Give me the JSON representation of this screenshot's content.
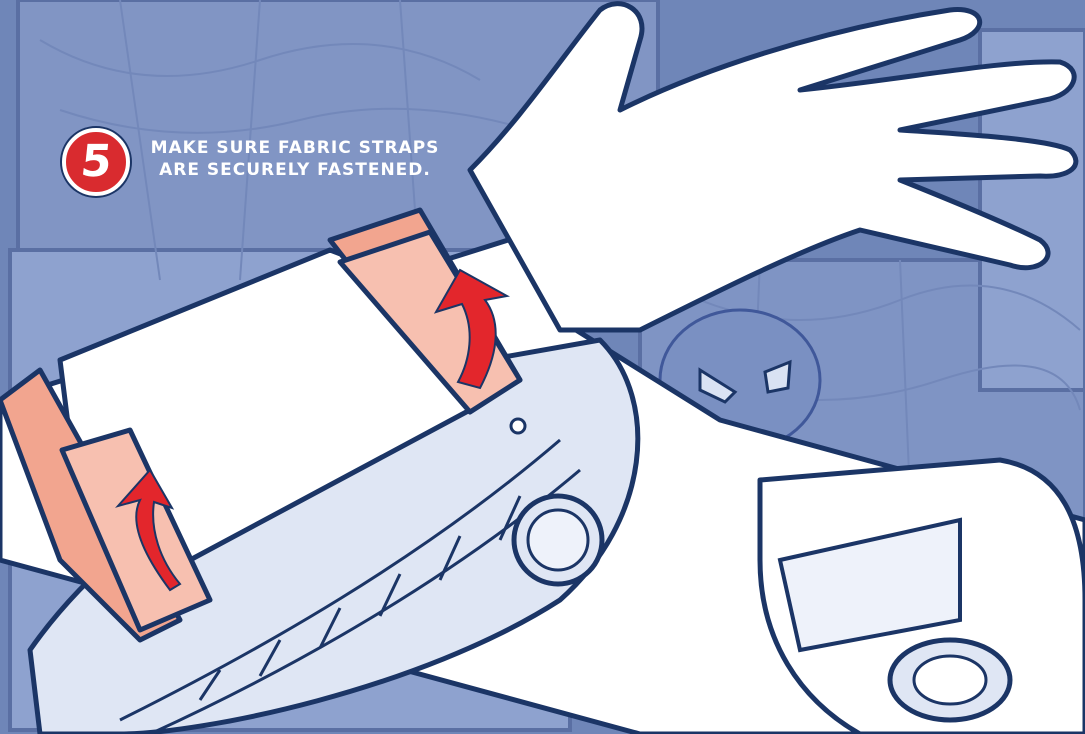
{
  "step": {
    "number": "5",
    "line1": "MAKE SURE FABRIC STRAPS",
    "line2": "ARE SECURELY FASTENED."
  },
  "colors": {
    "background": "#6f86b8",
    "panel": "#8fa3cf",
    "outline": "#1b3566",
    "strap": "#f2a58f",
    "arrow": "#e3262c",
    "skin": "#ffffff",
    "shooter": "#dfe6f4"
  },
  "icons": {
    "badge": "step-number-badge",
    "arrows": "curved-up-arrow-icon"
  }
}
